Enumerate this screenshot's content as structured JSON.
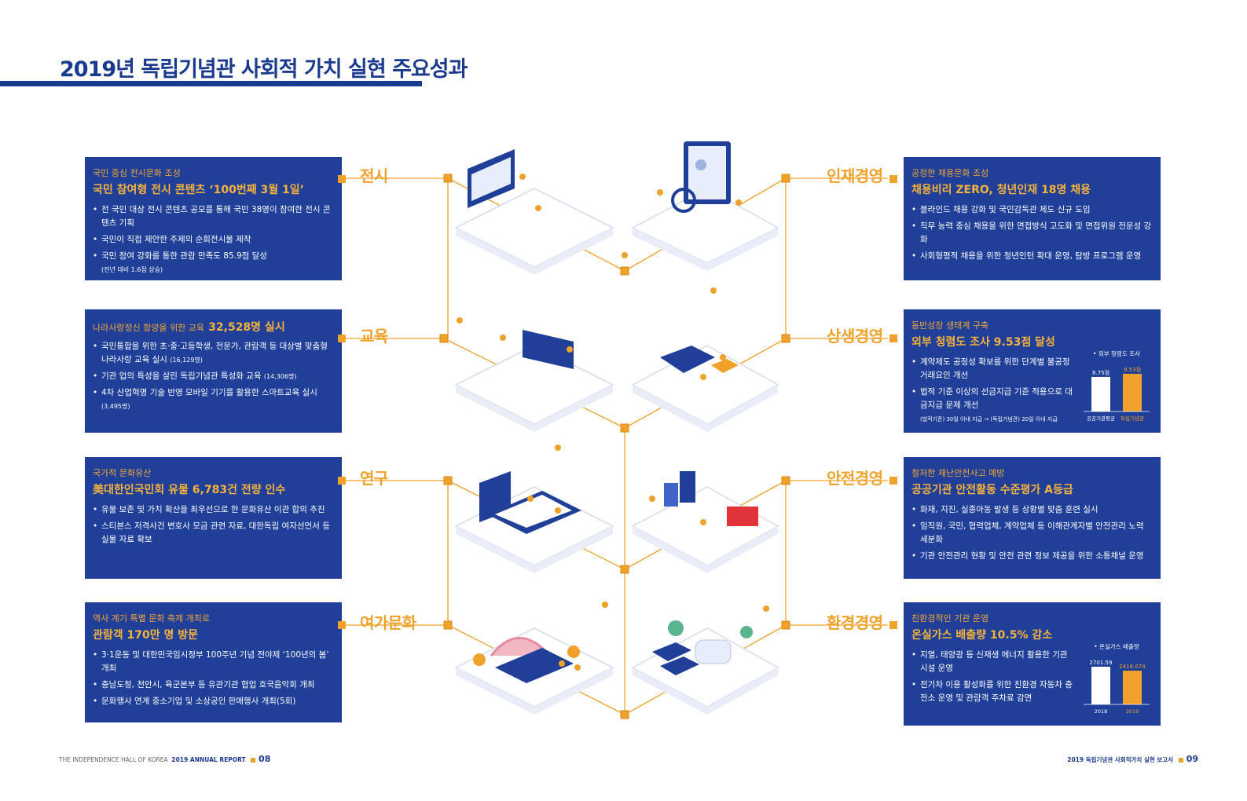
{
  "page": {
    "title": "2019년 독립기념관 사회적 가치 실현 주요성과"
  },
  "left_cards": [
    {
      "label": "전시",
      "subtitle": "국민 중심 전시문화 조성",
      "headline": "국민 참여형 전시 콘텐츠 ‘100번째 3월 1일’",
      "bullets": [
        "전 국민 대상 전시 콘텐츠 공모를 통해 국민 38명이 참여한 전시 콘텐츠 기획",
        "국민이 직접 제안한 주제의 순회전시물 제작",
        "국민 참여 강화를 통한 관람 만족도 85.9점 달성"
      ],
      "note": "(전년 대비 1.6점 상승)"
    },
    {
      "label": "교육",
      "subtitle": "나라사랑정신 함양을 위한 교육",
      "headline": "32,528명 실시",
      "bullets": [
        "국민통합을 위한 초·중·고등학생, 전문가, 관람객 등 대상별 맞춤형 나라사랑 교육 실시",
        "기관 업의 특성을 살린 독립기념관 특성화 교육",
        "4차 산업혁명 기술 반영 모바일 기기를 활용한 스마트교육 실시"
      ],
      "bullet_notes": [
        "(16,129명)",
        "(14,306명)",
        "(3,495명)"
      ]
    },
    {
      "label": "연구",
      "subtitle": "국가적 문화유산",
      "headline": "美대한인국민회 유물 6,783건 전량 인수",
      "bullets": [
        "유물 보존 및 가치 확산을 최우선으로 한 문화유산 이관 합의 추진",
        "스티븐스 저격사건 변호사 모금 관련 자료, 대한독립 여자선언서 등 실물 자료 확보"
      ]
    },
    {
      "label": "여가문화",
      "subtitle": "역사 계기 특별 문화 축제 개최로",
      "headline": "관람객 170만 명 방문",
      "bullets": [
        "3·1운동 및 대한민국임시정부 100주년 기념 전야제 ‘100년의 봄’ 개최",
        "충남도청, 천안시, 육군본부 등 유관기관 협업 호국음악회 개최",
        "문화행사 연계 중소기업 및 소상공인 판매행사 개최(5회)"
      ]
    }
  ],
  "right_cards": [
    {
      "label": "인재경영",
      "subtitle": "공정한 채용문화 조성",
      "headline": "채용비리 ZERO, 청년인재 18명 채용",
      "bullets": [
        "블라인드 채용 강화 및 국민감독관 제도 신규 도입",
        "직무 능력 중심 채용을 위한 면접방식 고도화 및 면접위원 전문성 강화",
        "사회형평적 채용을 위한 청년인턴 확대 운영, 탐방 프로그램 운영"
      ]
    },
    {
      "label": "상생경영",
      "subtitle": "동반성장 생태계 구축",
      "headline": "외부 청렴도 조사 9.53점 달성",
      "bullets": [
        "계약제도 공정성 확보를 위한 단계별 불공정 거래요인 개선",
        "법적 기준 이상의 선금지급 기준 적용으로 대금지급 문제 개선"
      ],
      "note": "(법적기준) 30일 이내 지급 → (독립기념관) 20일 이내 지급"
    },
    {
      "label": "안전경영",
      "subtitle": "철저한 재난안전사고 예방",
      "headline": "공공기관 안전활동 수준평가 A등급",
      "bullets": [
        "화재, 지진, 실종아동 발생 등 상황별 맞춤 훈련 실시",
        "임직원, 국민, 협력업체, 계약업체 등 이해관계자별 안전관리 노력 세분화",
        "기관 안전관리 현황 및 안전 관련 정보 제공을 위한 소통채널 운영"
      ]
    },
    {
      "label": "환경경영",
      "subtitle": "친환경적인 기관 운영",
      "headline": "온실가스 배출량 10.5% 감소",
      "bullets": [
        "지열, 태양광 등 신재생 에너지 활용한 기관 시설 운영",
        "전기차 이용 활성화를 위한 친환경 자동차 충전소 운영 및 관람객 주차료 감면"
      ]
    }
  ],
  "chart_data": [
    {
      "type": "bar",
      "title": "• 외부 청렴도 조사",
      "categories": [
        "공공기관평균",
        "독립기념관"
      ],
      "values": [
        8.75,
        9.53
      ],
      "value_labels": [
        "8.75점",
        "9.53점"
      ],
      "colors": [
        "#ffffff",
        "#f0a12a"
      ]
    },
    {
      "type": "bar",
      "title": "• 온실가스 배출량",
      "categories": [
        "2018",
        "2019"
      ],
      "values": [
        2701.59,
        2418.074
      ],
      "value_labels": [
        "2701.59",
        "2418.074"
      ],
      "colors": [
        "#ffffff",
        "#f0a12a"
      ]
    }
  ],
  "footer": {
    "left_org": "THE INDEPENDENCE HALL OF KOREA",
    "left_report": "2019 ANNUAL REPORT",
    "left_page": "08",
    "right_report": "2019 독립기념관 사회적가치 실현 보고서",
    "right_page": "09"
  }
}
